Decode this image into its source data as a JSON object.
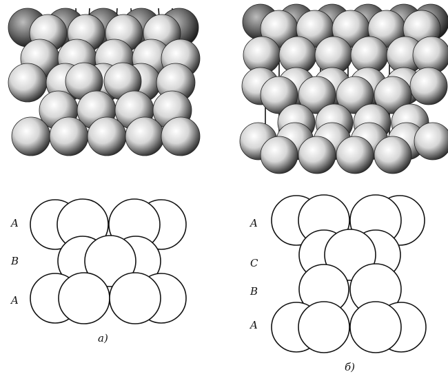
{
  "panels": [
    {
      "id": "a",
      "caption": "а)",
      "layer_labels": [
        "A",
        "B",
        "A"
      ]
    },
    {
      "id": "b",
      "caption": "б)",
      "layer_labels": [
        "A",
        "C",
        "B",
        "A"
      ]
    }
  ],
  "colors": {
    "ink": "#111111",
    "sphere_light": "#ffffff",
    "sphere_dark": "#1a1a1a"
  }
}
